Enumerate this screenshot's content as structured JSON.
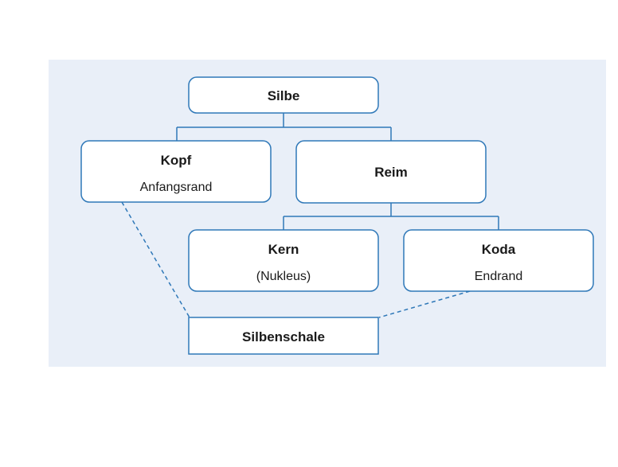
{
  "diagram": {
    "colors": {
      "panel": "#e9eff8",
      "box_fill": "#ffffff",
      "box_stroke": "#2f78b8",
      "line": "#2f78b8",
      "text": "#1a1a1a"
    },
    "nodes": {
      "silbe": {
        "title": "Silbe",
        "subtitle": ""
      },
      "kopf": {
        "title": "Kopf",
        "subtitle": "Anfangsrand"
      },
      "reim": {
        "title": "Reim",
        "subtitle": ""
      },
      "kern": {
        "title": "Kern",
        "subtitle": "(Nukleus)"
      },
      "koda": {
        "title": "Koda",
        "subtitle": "Endrand"
      },
      "silbenschale": {
        "title": "Silbenschale",
        "subtitle": ""
      }
    }
  }
}
